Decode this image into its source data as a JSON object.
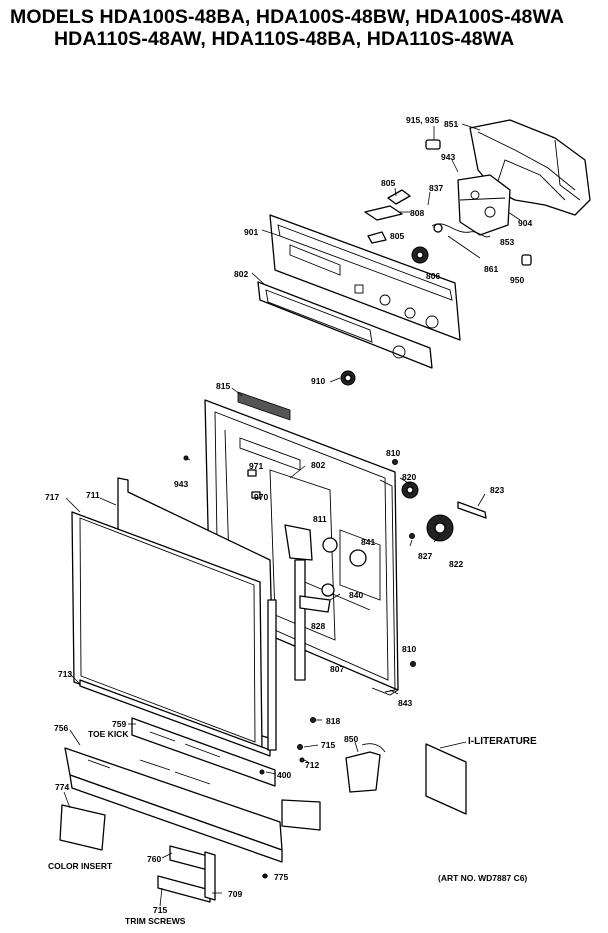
{
  "title": {
    "line1": "MODELS HDA100S-48BA, HDA100S-48BW, HDA100S-48WA",
    "line2": "HDA110S-48AW, HDA110S-48BA, HDA110S-48WA"
  },
  "art_number": "(ART NO. WD7887 C6)",
  "callouts": {
    "c915_935": "915, 935",
    "c851": "851",
    "c943a": "943",
    "c805a": "805",
    "c837": "837",
    "c808": "808",
    "c904": "904",
    "c901": "901",
    "c805b": "805",
    "c853": "853",
    "c806": "806",
    "c861": "861",
    "c950": "950",
    "c802a": "802",
    "c910": "910",
    "c815": "815",
    "c810a": "810",
    "c943b": "943",
    "c971": "971",
    "c802b": "802",
    "c820": "820",
    "c823": "823",
    "c717": "717",
    "c711": "711",
    "c970": "970",
    "c811": "811",
    "c841": "841",
    "c827": "827",
    "c822": "822",
    "c840": "840",
    "c828": "828",
    "c713": "713",
    "c807": "807",
    "c810b": "810",
    "c843": "843",
    "c759": "759",
    "c756": "756",
    "c818": "818",
    "c850": "850",
    "c715a": "715",
    "c712": "712",
    "c400": "400",
    "c774": "774",
    "c760": "760",
    "c775": "775",
    "c709": "709",
    "c715b": "715"
  },
  "captions": {
    "toe_kick": "TOE KICK",
    "literature": "I-LITERATURE",
    "color_insert": "COLOR INSERT",
    "trim_screws": "TRIM SCREWS"
  }
}
